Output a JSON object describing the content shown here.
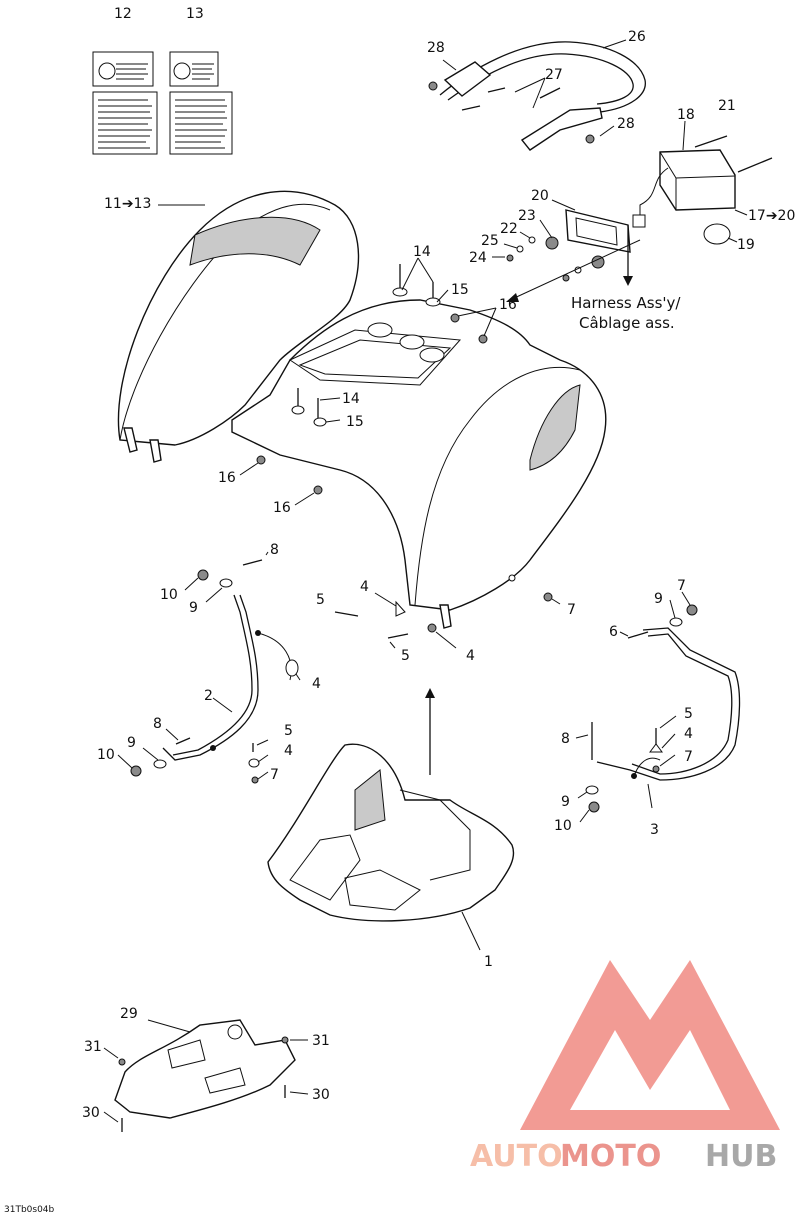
{
  "part_labels": {
    "l12": "12",
    "l13": "13",
    "l26": "26",
    "l28a": "28",
    "l27": "27",
    "l28b": "28",
    "l18": "18",
    "l21": "21",
    "l11": "11➔13",
    "l20": "20",
    "l23": "23",
    "l22": "22",
    "l25": "25",
    "l24": "24",
    "l17": "17➔20",
    "l19": "19",
    "l14a": "14",
    "l15a": "15",
    "l16a": "16",
    "l14b": "14",
    "l15b": "15",
    "l16b": "16",
    "l16c": "16",
    "l8a": "8",
    "l10a": "10",
    "l9a": "9",
    "l4a": "4",
    "l5a": "5",
    "l7a": "7",
    "l5b": "5",
    "l4b": "4",
    "l4c": "4",
    "l2": "2",
    "l8b": "8",
    "l9b": "9",
    "l10b": "10",
    "l5c": "5",
    "l4d": "4",
    "l7b": "7",
    "l7c": "7",
    "l9c": "9",
    "l6": "6",
    "l5d": "5",
    "l8c": "8",
    "l4e": "4",
    "l7d": "7",
    "l9d": "9",
    "l10c": "10",
    "l3": "3",
    "l1": "1",
    "l29": "29",
    "l31a": "31",
    "l31b": "31",
    "l30a": "30",
    "l30b": "30"
  },
  "harness_note": {
    "line1": "Harness Ass'y/",
    "line2": "Câblage ass."
  },
  "diagram_code": "31Tb0s04b",
  "watermark": {
    "part1": "AUTO",
    "part2": "MOTO",
    "part3": "HUB",
    "color1": "#f5b39a",
    "color2": "#e8827a",
    "color3": "#9a9a9a",
    "mark_color": "#f08a82"
  }
}
